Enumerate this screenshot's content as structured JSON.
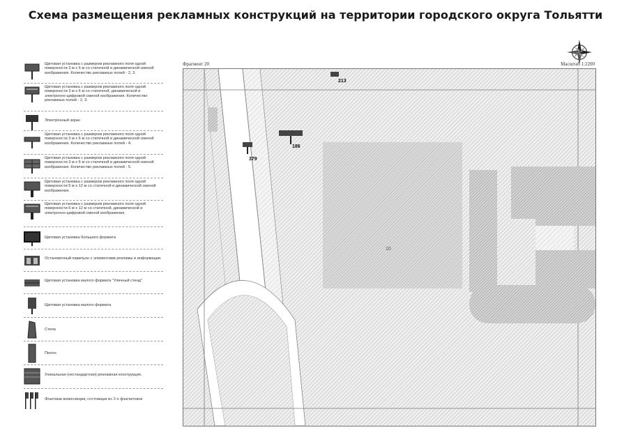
{
  "title": "Схема размещения рекламных конструкций на территории городского округа Тольятти",
  "fragment_label": "Фрагмент 20",
  "scale_label": "Масштаб 1:2200",
  "legend": [
    {
      "symbol": "billboard-3x6-23",
      "text": "Щитовая установка с размером рекламного поля одной поверхности 3 м х 6 м со статичной и динамической сменой изображения. Количество рекламных полей - 2, 3."
    },
    {
      "symbol": "billboard-3x6-electronic",
      "text": "Щитовая установка с размером рекламного поля одной поверхности 3 м х 6 м со статичной, динамической и электронно-цифровой сменой изображения. Количество рекламных полей - 2, 3."
    },
    {
      "symbol": "electronic-screen",
      "text": "Электронный экран"
    },
    {
      "symbol": "billboard-3x6-4",
      "text": "Щитовая установка с размером рекламного поля одной поверхности 3 м х 6 м со статичной и динамической сменой изображения. Количество рекламных полей - 4."
    },
    {
      "symbol": "billboard-3x6-5",
      "text": "Щитовая установка с размером рекламного поля одной поверхности 3 м х 6 м со статичной и динамической сменой изображения. Количество рекламных полей - 5."
    },
    {
      "symbol": "billboard-5x12",
      "text": "Щитовая установка с размером рекламного поля одной поверхности 5 м х 12 м со статичной и динамической сменой изображения."
    },
    {
      "symbol": "billboard-5x12-electronic",
      "text": "Щитовая установка с размером рекламного поля одной поверхности 5 м х 12 м со статичной, динамической и электронно-цифровой сменой изображения."
    },
    {
      "symbol": "billboard-large",
      "text": "Щитовая установка большого формата"
    },
    {
      "symbol": "bus-stop-pavilion",
      "text": "Остановочный павильон с элементами рекламы и информации."
    },
    {
      "symbol": "small-info-stand",
      "text": "Щитовая установка малого формата \"Уличный стенд\""
    },
    {
      "symbol": "small-billboard",
      "text": "Щитовая установка малого формата"
    },
    {
      "symbol": "stela",
      "text": "Стела"
    },
    {
      "symbol": "pylon",
      "text": "Пилон"
    },
    {
      "symbol": "unique-construction",
      "text": "Уникальная (нестандартная) рекламная конструкция."
    },
    {
      "symbol": "flag-composition",
      "text": "Флаговая композиция, состоящая из 3-х флагштоков"
    }
  ],
  "map": {
    "markers": [
      "213",
      "379",
      "186"
    ],
    "block_label": "10"
  }
}
